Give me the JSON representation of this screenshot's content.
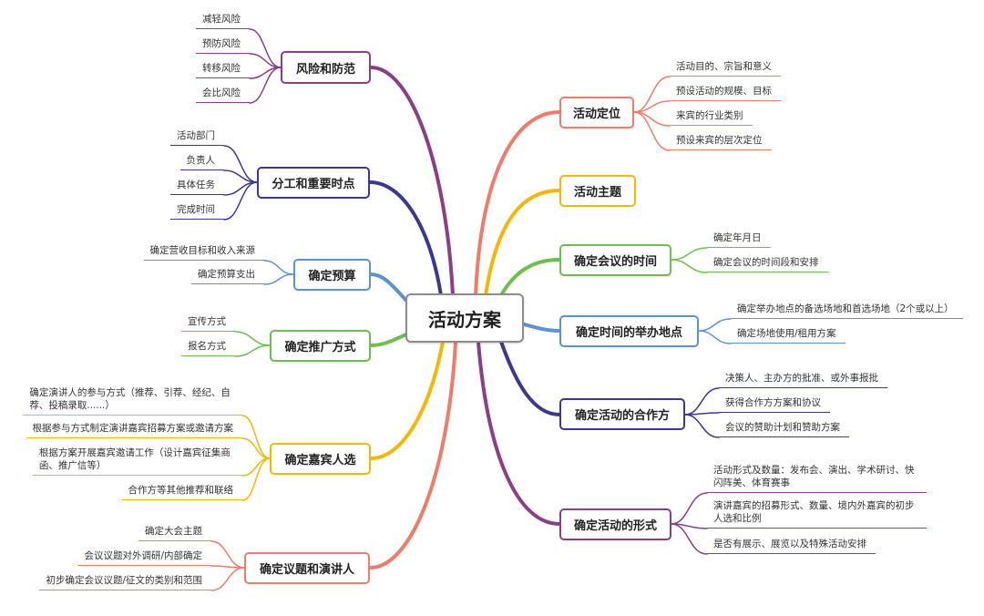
{
  "central": {
    "label": "活动方案",
    "border_color": "#8C8C8C"
  },
  "right_branches": [
    {
      "label": "活动定位",
      "color": "#EF7B68",
      "children": [
        "活动目的、宗旨和意义",
        "预设活动的规模、目标",
        "来宾的行业类别",
        "预设来宾的层次定位"
      ]
    },
    {
      "label": "活动主题",
      "color": "#F5B800",
      "children": []
    },
    {
      "label": "确定会议的时间",
      "color": "#6DBF4B",
      "children": [
        "确定年月日",
        "确定会议的时间段和安排"
      ]
    },
    {
      "label": "确定时间的举办地点",
      "color": "#5B91D8",
      "children": [
        "确定举办地点的备选场地和首选场地（2个或以上）",
        "确定场地使用/租用方案"
      ]
    },
    {
      "label": "确定活动的合作方",
      "color": "#3A3894",
      "children": [
        "决策人、主办方的批准、或外事报批",
        "获得合作方方案和协议",
        "会议的赞助计划和赞助方案"
      ]
    },
    {
      "label": "确定活动的形式",
      "color": "#8B3E87",
      "children": [
        "活动形式及数量：发布会、演出、学术研讨、快闪阵美、体育赛事",
        "演讲嘉宾的招募形式、数量、境内外嘉宾的初步人选和比例",
        "是否有展示、展览以及特殊活动安排"
      ]
    }
  ],
  "left_branches": [
    {
      "label": "风险和防范",
      "color": "#8B3E87",
      "children": [
        "减轻风险",
        "预防风险",
        "转移风险",
        "会比风险"
      ]
    },
    {
      "label": "分工和重要时点",
      "color": "#3A3894",
      "children": [
        "活动部门",
        "负责人",
        "具体任务",
        "完成时间"
      ]
    },
    {
      "label": "确定预算",
      "color": "#5B91D8",
      "children": [
        "确定营收目标和收入来源",
        "确定预算支出"
      ]
    },
    {
      "label": "确定推广方式",
      "color": "#6DBF4B",
      "children": [
        "宣传方式",
        "报名方式"
      ]
    },
    {
      "label": "确定嘉宾人选",
      "color": "#F5B800",
      "children": [
        "确定演讲人的参与方式（推荐、引荐、经纪、自荐、投稿录取......）",
        "根据参与方式制定演讲嘉宾招募方案或邀请方案",
        "根据方案开展嘉宾邀请工作（设计嘉宾征集商函、推广信等）",
        "合作方等其他推荐和联络"
      ]
    },
    {
      "label": "确定议题和演讲人",
      "color": "#EF7B68",
      "children": [
        "确定大会主题",
        "会议议题对外调研/内部确定",
        "初步确定会议议题/征文的类别和范围"
      ]
    }
  ]
}
